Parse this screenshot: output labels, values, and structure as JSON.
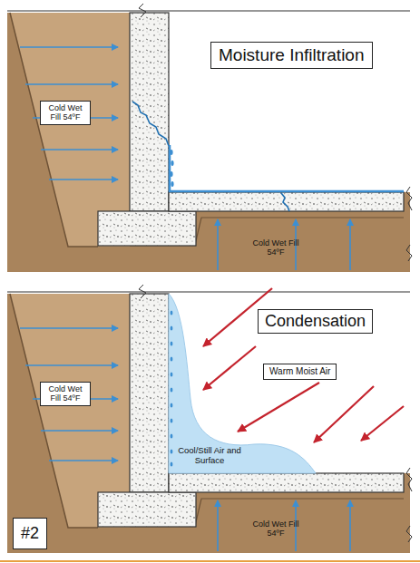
{
  "diagram": {
    "nodes": [
      {
        "text": [
          "Moisture Infiltration"
        ]
      },
      {
        "text": [
          "Cold Wet Fill 54ºF"
        ]
      },
      {
        "text": [
          "Condensation"
        ]
      },
      {
        "text": [
          "Warm Moist Air"
        ]
      },
      {
        "text": [
          "Cold Wet Fill 54ºF"
        ]
      },
      {
        "text": [
          "#2"
        ]
      }
    ],
    "labels": [
      "Cold Wet Fill 54ºF",
      "Cool/Still Air and Surface",
      "Cold Wet Fill 54ºF"
    ]
  }
}
